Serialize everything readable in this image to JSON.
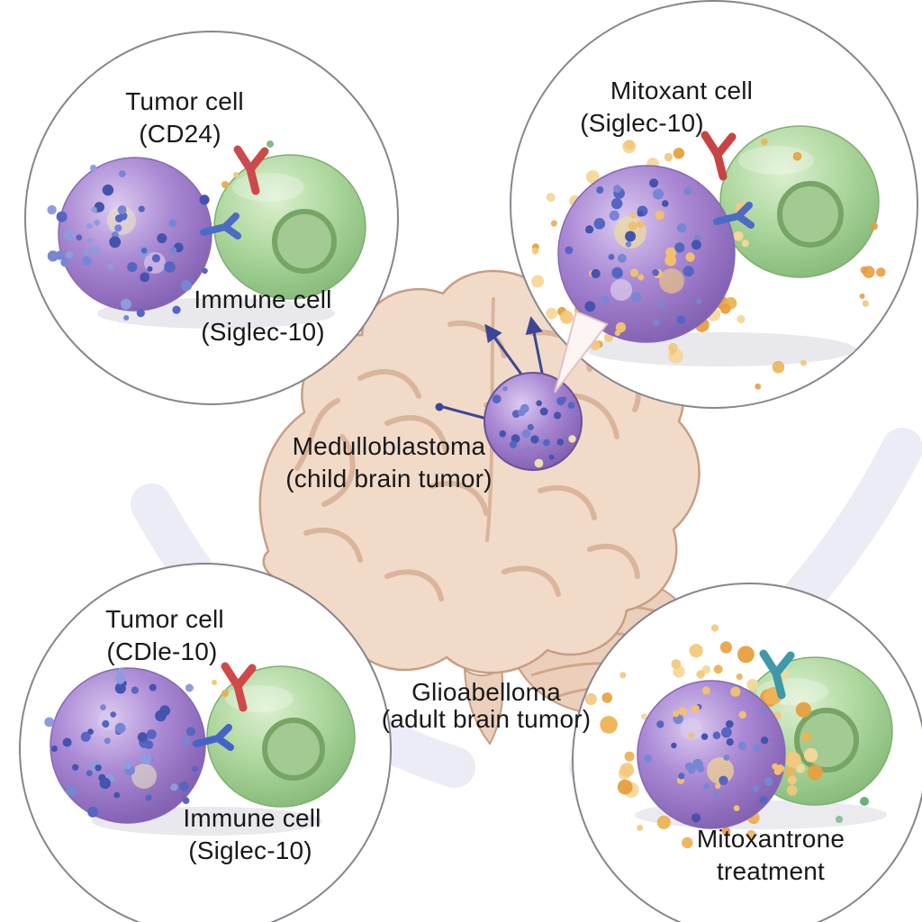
{
  "panels": {
    "top_left": {
      "title_line1": "Tumor cell",
      "title_line2": "(CD24)",
      "caption_line1": "Immune cell",
      "caption_line2": "(Siglec-10)"
    },
    "top_right": {
      "title_line1": "Mitoxant cell",
      "title_line2": "(Siglec-10)"
    },
    "bottom_left": {
      "title_line1": "Tumor cell",
      "title_line2": "(CDle-10)",
      "caption_line1": "Immune cell",
      "caption_line2": "(Siglec-10)"
    },
    "bottom_right": {
      "caption_line1": "Mitoxantrone",
      "caption_line2": "treatment"
    }
  },
  "brain": {
    "label_top_line1": "Medulloblastoma",
    "label_top_line2": "(child brain tumor)",
    "label_bottom_line1": "Glioabelloma",
    "label_bottom_line2": "(adult brain tumor)"
  },
  "colors": {
    "tumor_cell_purple": "#9a7cc6",
    "immune_cell_green": "#a8d49a",
    "receptor_red": "#cc4a4a",
    "receptor_teal": "#3f98a8",
    "connector_blue": "#4a6cc4",
    "treatment_orange": "#eeb254",
    "brain_tissue": "#f2dac8",
    "link_curve_lavender": "#e7e7f4"
  }
}
